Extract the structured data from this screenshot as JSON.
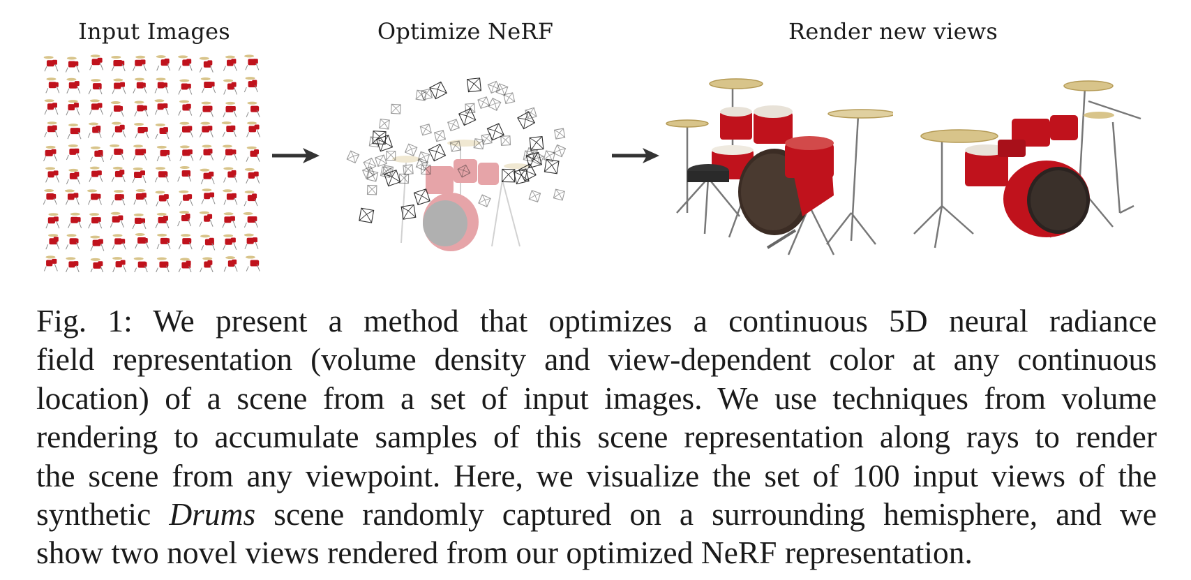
{
  "figure": {
    "panels": [
      {
        "title": "Input Images"
      },
      {
        "title": "Optimize NeRF"
      },
      {
        "title": "Render new views"
      }
    ],
    "grid": {
      "rows": 10,
      "cols": 10
    },
    "arrow_icon": "right-arrow-icon",
    "colors": {
      "drum_red": "#c0121c",
      "cymbal_gold": "#d8c48a",
      "chrome": "#8a8a8a",
      "camera_stroke": "#222222"
    }
  },
  "caption": {
    "label": "Fig. 1:",
    "lines": [
      "We present a method that optimizes a continuous 5D neural radiance",
      "field representation (volume density and view-dependent color at any continuous",
      "location) of a scene from a set of input images. We use techniques from volume",
      "rendering to accumulate samples of this scene representation along rays to render",
      "the scene from any viewpoint. Here, we visualize the set of 100 input views of the"
    ],
    "line6_pre": "synthetic ",
    "line6_em": "Drums",
    "line6_post": " scene randomly captured on a surrounding hemisphere, and we",
    "line7": "show two novel views rendered from our optimized NeRF representation."
  }
}
